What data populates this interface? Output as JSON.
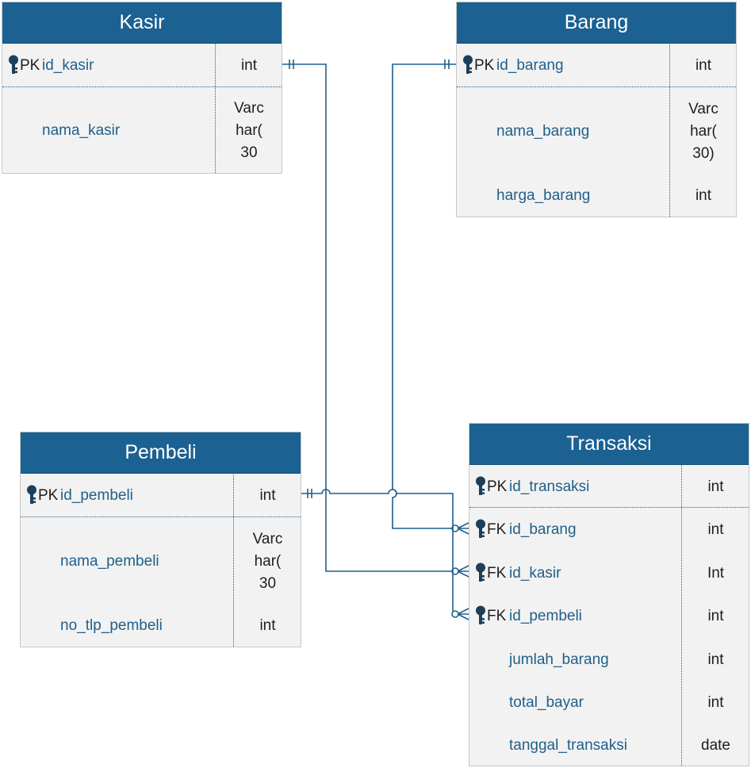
{
  "entities": {
    "kasir": {
      "title": "Kasir",
      "pk": {
        "key": "PK",
        "name": "id_kasir",
        "type": "int"
      },
      "attrs": [
        {
          "name": "nama_kasir",
          "type": "Varc\nhar(\n30"
        }
      ]
    },
    "barang": {
      "title": "Barang",
      "pk": {
        "key": "PK",
        "name": "id_barang",
        "type": "int"
      },
      "attrs": [
        {
          "name": "nama_barang",
          "type": "Varc\nhar(\n30)"
        },
        {
          "name": "harga_barang",
          "type": "int"
        }
      ]
    },
    "pembeli": {
      "title": "Pembeli",
      "pk": {
        "key": "PK",
        "name": "id_pembeli",
        "type": "int"
      },
      "attrs": [
        {
          "name": "nama_pembeli",
          "type": "Varc\nhar(\n30"
        },
        {
          "name": "no_tlp_pembeli",
          "type": "int"
        }
      ]
    },
    "transaksi": {
      "title": "Transaksi",
      "pk": {
        "key": "PK",
        "name": "id_transaksi",
        "type": "int"
      },
      "fks": [
        {
          "key": "FK",
          "name": "id_barang",
          "type": "int"
        },
        {
          "key": "FK",
          "name": "id_kasir",
          "type": "Int"
        },
        {
          "key": "FK",
          "name": "id_pembeli",
          "type": "int"
        }
      ],
      "attrs": [
        {
          "name": "jumlah_barang",
          "type": "int"
        },
        {
          "name": "total_bayar",
          "type": "int"
        },
        {
          "name": "tanggal_transaksi",
          "type": "date"
        }
      ]
    }
  },
  "relationships": [
    {
      "from": "Kasir.id_kasir",
      "to": "Transaksi.id_kasir",
      "from_cardinality": "one-and-only-one",
      "to_cardinality": "zero-or-many"
    },
    {
      "from": "Barang.id_barang",
      "to": "Transaksi.id_barang",
      "from_cardinality": "one-and-only-one",
      "to_cardinality": "zero-or-many"
    },
    {
      "from": "Pembeli.id_pembeli",
      "to": "Transaksi.id_pembeli",
      "from_cardinality": "one-and-only-one",
      "to_cardinality": "zero-or-many"
    }
  ],
  "colors": {
    "header": "#1b6192",
    "body": "#f2f2f2",
    "attribute_text": "#1f5f8b",
    "connector": "#1f5f8b"
  },
  "icons": {
    "key": "key-icon"
  }
}
